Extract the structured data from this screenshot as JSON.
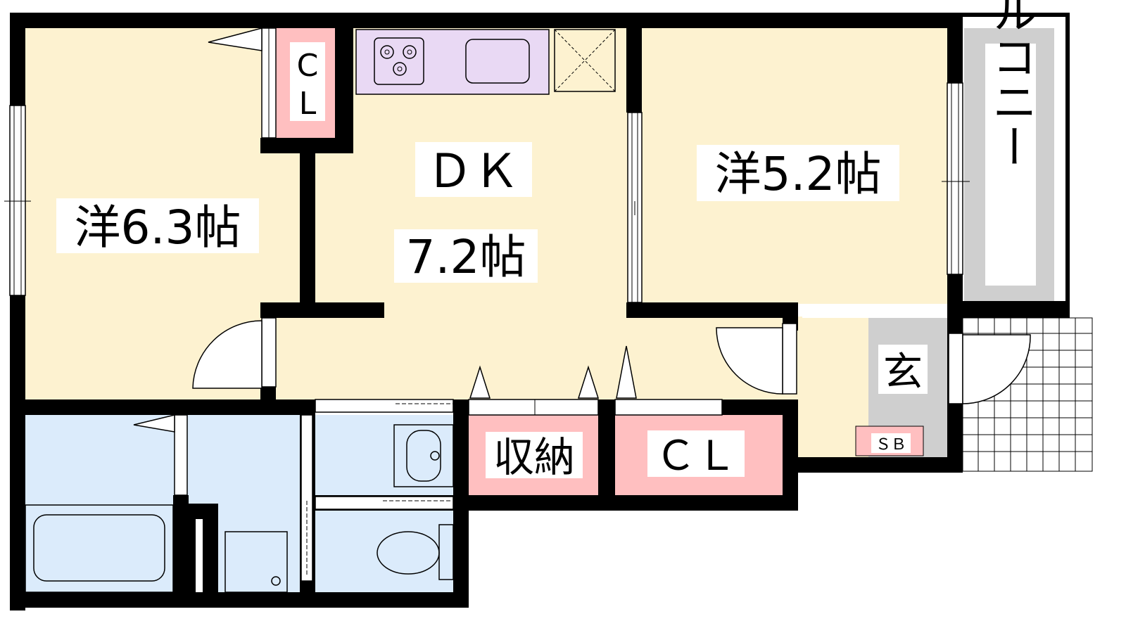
{
  "colors": {
    "wall": "#000000",
    "room_floor": "#fdf2d0",
    "water_area": "#dbebfb",
    "storage": "#ffbfc0",
    "kitchen": "#e9d9f4",
    "balcony": "#cfcfcf",
    "entrance": "#cfcfcf"
  },
  "rooms": {
    "western_left": "洋6.3帖",
    "dk_name": "ＤＫ",
    "dk_size": "7.2帖",
    "western_right": "洋5.2帖",
    "balcony": "バルコニー",
    "entrance": "玄",
    "shoe_box": "ＳＢ",
    "storage": "収納",
    "closet_large": "ＣＬ",
    "closet_small_top": "C",
    "closet_small_bottom": "L"
  },
  "icons": [
    "stove-icon",
    "sink-icon",
    "refrigerator-space-icon",
    "bathtub-icon",
    "washbasin-icon",
    "toilet-icon",
    "washing-machine-pan-icon",
    "door-swing-icon"
  ]
}
